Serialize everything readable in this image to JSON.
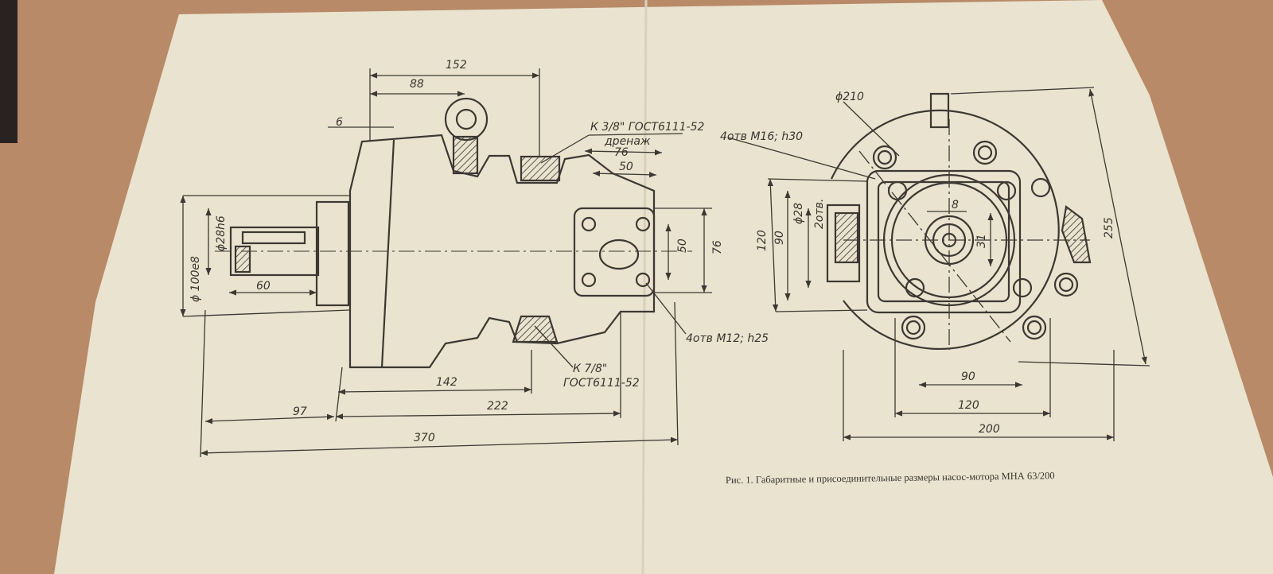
{
  "colors": {
    "table": "#b88a68",
    "paper": "#e9e3cf",
    "ink": "#3c3833"
  },
  "side_view": {
    "dims": {
      "d152": "152",
      "d88": "88",
      "d6": "6",
      "d76": "76",
      "d50": "50",
      "d50v": "50",
      "d76v": "76",
      "d28": "ϕ28h6",
      "d100": "ϕ 100e8",
      "d60": "60",
      "d142": "142",
      "d97": "97",
      "d222": "222",
      "d370": "370"
    },
    "notes": {
      "thread_top": "К 3/8\" ГОСТ6111-52",
      "drain": "дренаж",
      "thread_bottom_1": "К 7/8\"",
      "thread_bottom_2": "ГОСТ6111-52",
      "holes_m12": "4отв М12; h25"
    }
  },
  "front_view": {
    "dims": {
      "d210": "ϕ210",
      "m16": "4отв М16; h30",
      "d8": "8",
      "d28": "ϕ28",
      "d2otv": "2отв.",
      "d31": "31",
      "d120v": "120",
      "d90v": "90",
      "d255": "255",
      "d90h": "90",
      "d120h": "120",
      "d200": "200"
    }
  },
  "caption": "Рис. 1. Габаритные и присоединительные размеры насос-мотора МНА 63/200"
}
